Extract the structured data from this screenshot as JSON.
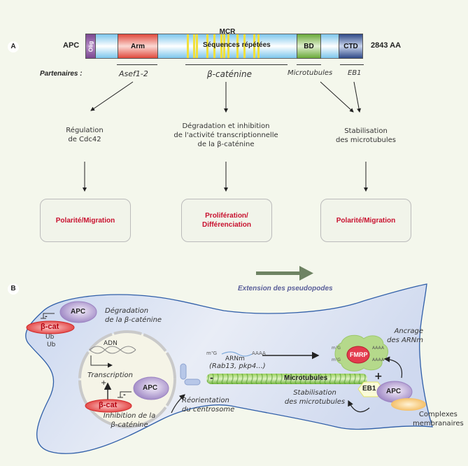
{
  "panel_a": {
    "label": "A",
    "protein_name": "APC",
    "length_label": "2843 AA",
    "mcr_label": "MCR",
    "domains": [
      {
        "name": "Olig",
        "color": "#8e5aa0"
      },
      {
        "name": "Arm",
        "color": "#e5574a"
      },
      {
        "name": "Séquences répétées",
        "color": "#9fd4ee"
      },
      {
        "name": "BD",
        "color": "#7cb342"
      },
      {
        "name": "CTD",
        "color": "#3f5a9a"
      }
    ],
    "partners_label": "Partenaires :",
    "partners": [
      "Asef1-2",
      "β-caténine",
      "Microtubules",
      "EB1"
    ],
    "functions": [
      [
        "Régulation",
        "de Cdc42"
      ],
      [
        "Dégradation et inhibition",
        "de l'activité transcriptionnelle",
        "de la β-caténine"
      ],
      [
        "Stabilisation",
        "des microtubules"
      ]
    ],
    "outcomes": [
      [
        "Polarité/Migration"
      ],
      [
        "Prolifération/",
        "Différenciation"
      ],
      [
        "Polarité/Migration"
      ]
    ],
    "outcome_color": "#c8102e"
  },
  "panel_b": {
    "label": "B",
    "direction_label": "Extension des pseudopodes",
    "apc": "APC",
    "bcat": "β-cat",
    "degradation": [
      "Dégradation",
      "de la β-caténine"
    ],
    "ub": [
      "Ub",
      "Ub"
    ],
    "adn": "ADN",
    "transcription": "Transcription",
    "plus": "+",
    "minus": "-",
    "inhibition": [
      "Inhibition de la",
      "β-caténine"
    ],
    "reorientation": [
      "Réorientation",
      "du centrosome"
    ],
    "mrna_cap": "m⁷G",
    "mrna_tail": "AAAA",
    "arnm": "ARNm",
    "arnm_examples": "(Rab13, pkp4...)",
    "microtubules": "Microtubules",
    "mt_stabilisation": [
      "Stabilisation",
      "des microtubules"
    ],
    "fmrp": "FMRP",
    "ancrage": [
      "Ancrage",
      "des ARNm"
    ],
    "eb1": "EB1",
    "complexes": [
      "Complexes",
      "membranaires"
    ]
  }
}
